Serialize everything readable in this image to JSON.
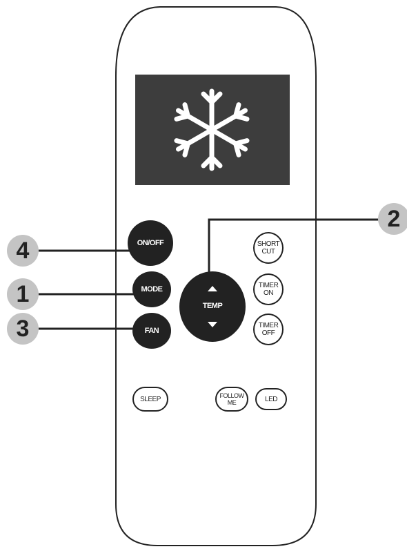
{
  "remote": {
    "display_icon": "snowflake-icon",
    "buttons": {
      "on_off": "ON/OFF",
      "mode": "MODE",
      "fan": "FAN",
      "temp": "TEMP",
      "shortcut_line1": "SHORT",
      "shortcut_line2": "CUT",
      "timer_on_line1": "TIMER",
      "timer_on_line2": "ON",
      "timer_off_line1": "TIMER",
      "timer_off_line2": "OFF",
      "sleep": "SLEEP",
      "follow_me_line1": "FOLLOW",
      "follow_me_line2": "ME",
      "led": "LED"
    }
  },
  "callouts": {
    "on_off": "4",
    "mode": "1",
    "fan": "3",
    "temp": "2"
  },
  "colors": {
    "button_dark": "#222222",
    "display_panel": "#3d3d3d",
    "callout_badge": "#c4c4c4"
  }
}
